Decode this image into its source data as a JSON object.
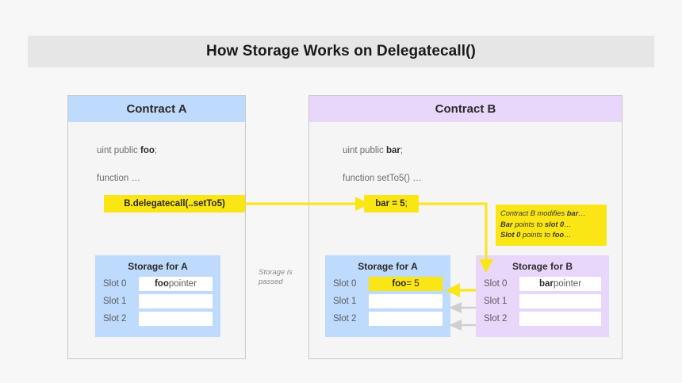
{
  "title": "How Storage Works on Delegatecall()",
  "contract_a": {
    "header": "Contract A",
    "code": [
      {
        "text": "uint public ",
        "bold": "foo",
        "tail": ";"
      },
      {
        "text": "function …",
        "bold": "",
        "tail": ""
      }
    ],
    "call_box": "B.delegatecall(..setTo5)",
    "storage": {
      "title": "Storage for A",
      "rows": [
        {
          "label": "Slot 0",
          "bold": "foo",
          "value": " pointer",
          "highlight": false
        },
        {
          "label": "Slot 1",
          "bold": "",
          "value": "",
          "highlight": false
        },
        {
          "label": "Slot 2",
          "bold": "",
          "value": "",
          "highlight": false
        }
      ]
    }
  },
  "contract_b": {
    "header": "Contract B",
    "code": [
      {
        "text": "uint public ",
        "bold": "bar",
        "tail": ";"
      },
      {
        "text": "function setTo5() …",
        "bold": "",
        "tail": ""
      }
    ],
    "assign_box_bold": "bar = 5",
    "assign_box_tail": ";",
    "note": [
      {
        "pre": "Contract B modifies ",
        "bold": "bar",
        "post": "…"
      },
      {
        "pre": "",
        "bold": "Bar",
        "mid": " points to ",
        "bold2": "slot 0",
        "post": "…"
      },
      {
        "pre": "",
        "bold": "Slot 0",
        "mid": " points to ",
        "bold2": "foo",
        "post": "…"
      }
    ],
    "note_lines_plain": [
      "Contract B modifies bar…",
      "Bar points to slot 0…",
      "Slot 0 points to foo…"
    ],
    "storage_a": {
      "title": "Storage for A",
      "rows": [
        {
          "label": "Slot 0",
          "bold": "foo",
          "value": " = 5",
          "highlight": true
        },
        {
          "label": "Slot 1",
          "bold": "",
          "value": "",
          "highlight": false
        },
        {
          "label": "Slot 2",
          "bold": "",
          "value": "",
          "highlight": false
        }
      ]
    },
    "storage_b": {
      "title": "Storage for B",
      "rows": [
        {
          "label": "Slot 0",
          "bold": "bar",
          "value": " pointer",
          "highlight": false
        },
        {
          "label": "Slot 1",
          "bold": "",
          "value": "",
          "highlight": false
        },
        {
          "label": "Slot 2",
          "bold": "",
          "value": "",
          "highlight": false
        }
      ]
    }
  },
  "middle": {
    "passed_label_line1": "Storage is",
    "passed_label_line2": "passed"
  },
  "colors": {
    "yellow": "#fae515",
    "blue": "#bedafc",
    "purple": "#e9d7fb",
    "gray_arrow": "#cfcfcf",
    "title_bg": "#e6e6e6",
    "page_bg": "#f7f7f7"
  }
}
